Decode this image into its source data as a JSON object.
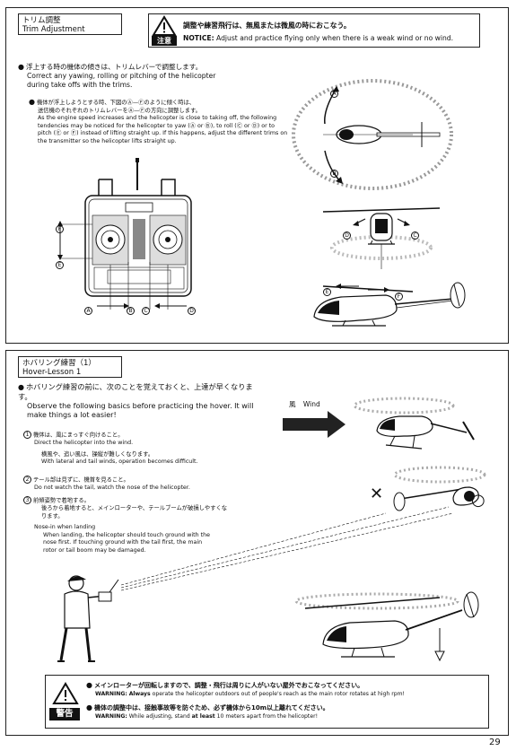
{
  "trim": {
    "title_jp": "トリム調整",
    "title_en": "Trim Adjustment",
    "notice_label": "注意",
    "notice_jp": "調整や練習飛行は、無風または微風の時におこなう。",
    "notice_en_bold": "NOTICE:",
    "notice_en": "Adjust and practice flying only when there is a weak wind or no wind.",
    "p1_jp": "浮上する時の機体の傾きは、トリムレバーで調整します。",
    "p1_en": "Correct any yawing, rolling or pitching of the helicopter during take offs with the trims.",
    "p2_jp_1": "機体が浮上しようとする時、下図のⒶ—Ⓕのように傾く時は、",
    "p2_jp_2": "送信機のそれぞれのトリムレバーをⒶ—Ⓕの方向に調整します。",
    "p2_en": "As the engine speed increases and the helicopter is close to taking off, the following tendencies may be noticed for the helicopter to yaw (Ⓐ or Ⓑ), to roll (Ⓒ or Ⓓ) or to pitch (Ⓔ or Ⓕ) instead of lifting straight up. If this happens, adjust the different trims on the transmitter so the helicopter lifts straight up.",
    "labels": [
      "A",
      "B",
      "C",
      "D",
      "E",
      "F"
    ]
  },
  "hover": {
    "title_jp": "ホバリング練習（1）",
    "title_en": "Hover-Lesson 1",
    "intro_jp": "ホバリング練習の前に、次のことを覚えておくと、上達が早くなります。",
    "intro_en": "Observe the following basics before practicing the hover. It will make things a lot easier!",
    "wind_jp": "風",
    "wind_en": "Wind",
    "item1_num": "1",
    "item1_jp": "機体は、風にまっすぐ向けること。",
    "item1_en": "Direct the helicopter into the wind.",
    "item1b_jp": "横風や、追い風は、操縦が難しくなります。",
    "item1b_en": "With lateral and tail winds, operation becomes difficult.",
    "item2_num": "2",
    "item2_jp": "テール部は見ずに、機首を見ること。",
    "item2_en": "Do not watch the tail, watch the nose of the helicopter.",
    "item3_num": "3",
    "item3_jp": "前傾姿勢で着地する。",
    "item3_jp2": "後ろから着地すると、メインローターや、テールブームが破損しやすくなります。",
    "item3_en_head": "Nose-in when landing",
    "item3_en": "When landing, the helicopter should touch ground with the nose first. If touching ground with the tail first, the main rotor or tail boom may be damaged.",
    "mark_x": "✕",
    "mark_o": "○"
  },
  "warning": {
    "label": "警告",
    "w1_jp": "メインローターが回転しますので、調整・飛行は周りに人がいない屋外でおこなってください。",
    "w1_en_bold": "WARNING:",
    "w1_en_always": "Always",
    "w1_en": "operate the helicopter outdoors out of people's reach as the main rotor rotates at high rpm!",
    "w2_jp": "機体の調整中は、接触事故等を防ぐため、必ず機体から10m以上離れてください。",
    "w2_en_bold": "WARNING:",
    "w2_en_pre": "While adjusting, stand",
    "w2_en_at_least": "at least",
    "w2_en_post": "10 meters apart from the helicopter!"
  },
  "page_number": "29"
}
